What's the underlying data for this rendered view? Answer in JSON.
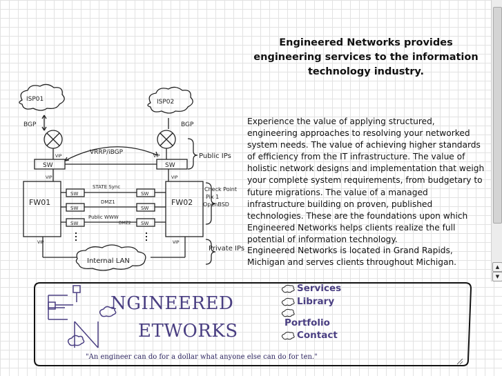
{
  "headline": "Engineered Networks provides engineering services to the information technology industry.",
  "paragraph_1": "Experience the value of applying structured, engineering approaches to resolving your networked system needs. The value of achieving higher standards of efficiency from the IT infrastructure.  The value of holistic network designs and implementation that weigh your complete system requirements, from budgetary to future migrations.  The value of a managed infrastructure building on proven, published technologies.  These are the foundations upon which Engineered Networks helps clients realize the full potential of information technology.",
  "paragraph_2": "Engineered Networks is located in Grand Rapids, Michigan and serves clients throughout Michigan.",
  "diagram": {
    "isp1": "ISP01",
    "isp2": "ISP02",
    "bgp_left": "BGP",
    "bgp_right": "BGP",
    "vrrp": "VRRP/iBGP",
    "vip": "VIP",
    "sw": "SW",
    "public_ips": "Public IPs",
    "fw1": "FW01",
    "fw2": "FW02",
    "state_sync": "STATE Sync",
    "dmz1": "DMZ1",
    "public_www": "Public WWW",
    "dmz2": "DMZ2",
    "check_point": "Check Point",
    "pix": "Pix 1",
    "openbsd": "OpenBSD",
    "private_ips": "Private IPs",
    "internal_lan": "Internal LAN"
  },
  "logo": {
    "line1": "NGINEERED",
    "line2": "ETWORKS",
    "tagline": "\"An engineer can do for a dollar what anyone else can do for ten.\"",
    "accent_color": "#4a3f82"
  },
  "nav": {
    "services": "Services",
    "library": "Library",
    "portfolio": "Portfolio",
    "contact": "Contact"
  }
}
